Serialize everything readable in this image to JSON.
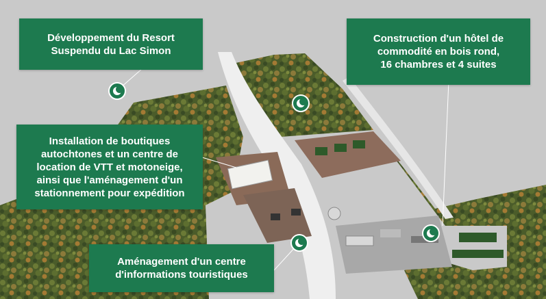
{
  "colors": {
    "accent": "#1d7a4f",
    "background": "#c9c9c9",
    "forest": "#4d5e2a",
    "land_brown": "#8a6a58",
    "road_white": "#efefef"
  },
  "callouts": [
    {
      "id": "resort",
      "text": "Développement du Resort\nSuspendu du Lac Simon"
    },
    {
      "id": "hotel",
      "text": "Construction d'un hôtel de\ncommodité en bois rond,\n16 chambres et 4 suites"
    },
    {
      "id": "shops",
      "text": "Installation de boutiques\nautochtones et un centre de\nlocation de VTT et motoneige,\nainsi que l'aménagement d'un\nstationnement pour expédition"
    },
    {
      "id": "info",
      "text": "Aménagement d'un centre\nd'informations touristiques"
    }
  ],
  "markers": [
    {
      "id": "resort",
      "icon": "moon-icon"
    },
    {
      "id": "hotel-site",
      "icon": "moon-icon"
    },
    {
      "id": "hotel",
      "icon": "moon-icon"
    },
    {
      "id": "info",
      "icon": "moon-icon"
    }
  ]
}
